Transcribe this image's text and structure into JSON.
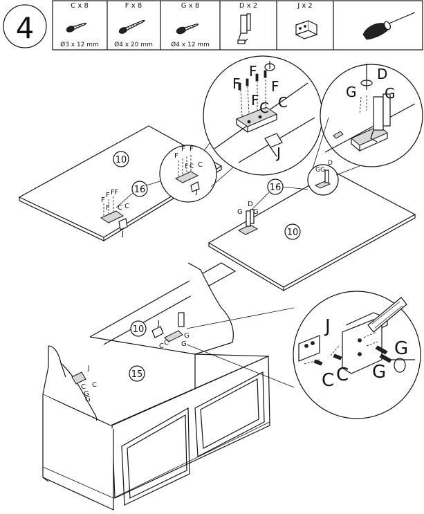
{
  "step": {
    "number": "4"
  },
  "parts_table": {
    "parts": [
      {
        "code": "C",
        "qty": "x 8",
        "size": "Ø3 x 12 mm",
        "icon": "wood-screw-icon"
      },
      {
        "code": "F",
        "qty": "x 8",
        "size": "Ø4 x 20 mm",
        "icon": "long-screw-icon"
      },
      {
        "code": "G",
        "qty": "x 8",
        "size": "Ø4 x 12 mm",
        "icon": "screw-icon"
      },
      {
        "code": "D",
        "qty": "x 2",
        "size": "",
        "icon": "lid-stay-icon"
      },
      {
        "code": "J",
        "qty": "x 2",
        "size": "",
        "icon": "hinge-icon"
      }
    ],
    "tool": "screwdriver-icon"
  },
  "panels": {
    "panel_10": "10",
    "panel_16": "16",
    "panel_15": "15"
  },
  "labels": {
    "C": "C",
    "F": "F",
    "G": "G",
    "D": "D",
    "J": "J"
  }
}
